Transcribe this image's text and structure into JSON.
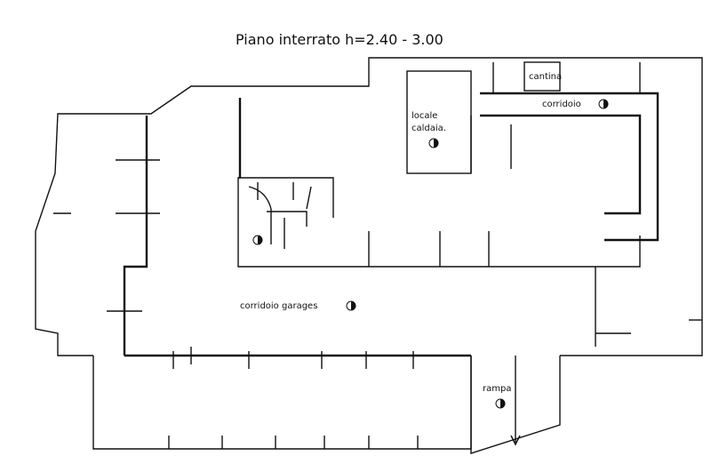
{
  "title": "Piano  interrato  h=2.40 - 3.00",
  "rooms": {
    "locale": "locale",
    "caldaia": "caldaia.",
    "cantina": "cantina",
    "corridoio": "corridoio",
    "corridoio_garages": "corridoio garages",
    "rampa": "rampa"
  }
}
